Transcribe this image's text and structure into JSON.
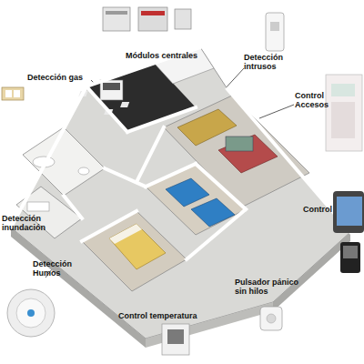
{
  "diagram": {
    "labels": [
      "Módulos centrales",
      "Detección gas",
      "Detección intrusos",
      "Control Accesos",
      "Control",
      "Detección inundación",
      "Detección Humos",
      "Pulsador pánico sin hilos",
      "Control temperatura"
    ]
  }
}
